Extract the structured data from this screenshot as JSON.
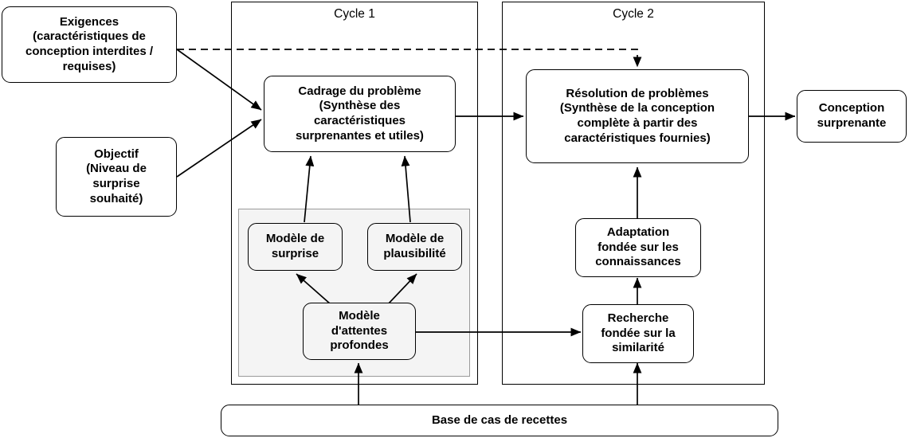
{
  "diagram": {
    "title_cycle1": "Cycle 1",
    "title_cycle2": "Cycle 2",
    "nodes": {
      "exigences": "Exigences\n(caractéristiques de\nconception interdites /\nrequises)",
      "objectif": "Objectif\n(Niveau de\nsurprise\nsouhaité)",
      "cadrage": "Cadrage du problème\n(Synthèse des\ncaractéristiques\nsurprenantes et utiles)",
      "resolution": "Résolution de problèmes\n(Synthèse de la conception\ncomplète à partir des\ncaractéristiques fournies)",
      "conception": "Conception\nsurprenante",
      "modele_surprise": "Modèle de\nsurprise",
      "modele_plausibilite": "Modèle de\nplausibilité",
      "modele_attentes": "Modèle\nd'attentes\nprofondes",
      "adaptation": "Adaptation\nfondée sur les\nconnaissances",
      "recherche": "Recherche\nfondée sur la\nsimilarité",
      "base_cas": "Base de cas de recettes"
    },
    "colors": {
      "stroke": "#000000",
      "gray_panel_fill": "#f4f4f4",
      "gray_panel_stroke": "#9a9a9a",
      "background": "#ffffff"
    }
  }
}
